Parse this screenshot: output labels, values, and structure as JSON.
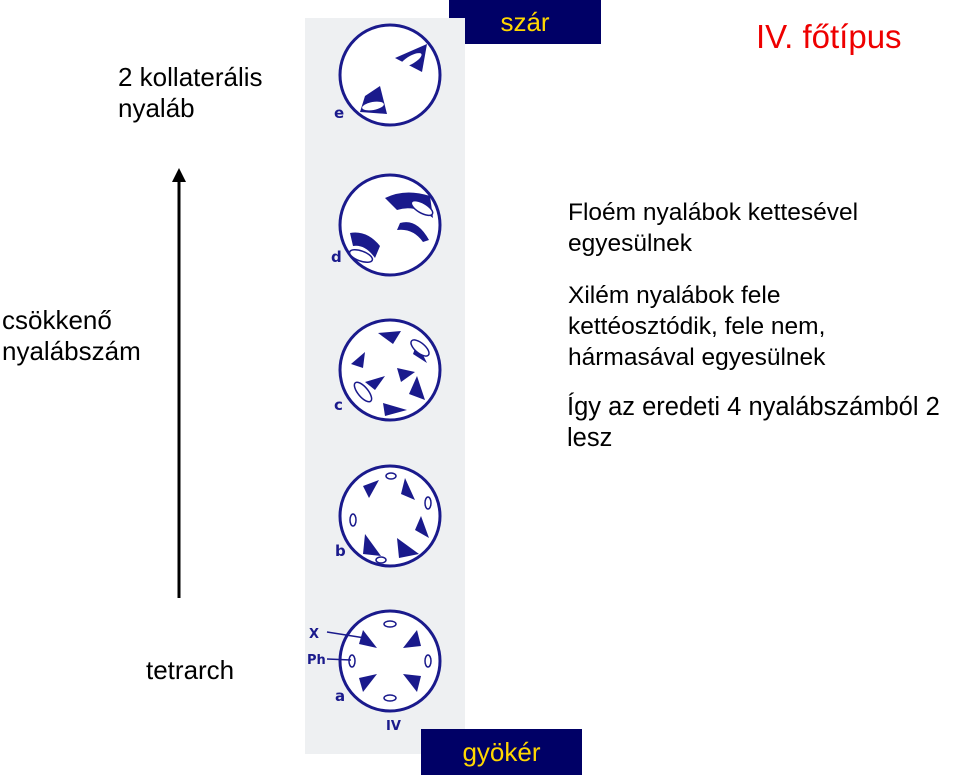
{
  "title": "IV. főtípus",
  "tags": {
    "top": "szár",
    "bottom": "gyökér"
  },
  "left_labels": {
    "top_lines": [
      "2 kollaterális",
      "nyaláb"
    ],
    "middle_lines": [
      "csökkenő",
      "nyalábszám"
    ],
    "bottom": "tetrarch"
  },
  "stage_letters": [
    "e",
    "d",
    "c",
    "b",
    "a"
  ],
  "legend_letters": {
    "x": "X",
    "ph": "Ph",
    "numeral": "IV"
  },
  "text_blocks": {
    "floem_lines": [
      "Floém nyalábok kettesével",
      "egyesülnek"
    ],
    "xilem_lines": [
      "Xilém nyalábok fele",
      "kettéosztódik, fele nem,",
      "hármasával egyesülnek"
    ],
    "summary_lines": [
      "Így az eredeti 4 nyalábszámból 2",
      "lesz"
    ]
  },
  "colors": {
    "title": "#ee0000",
    "tag_bg": "#000066",
    "tag_text": "#ffd700",
    "bundle": "#1a1a8c"
  }
}
